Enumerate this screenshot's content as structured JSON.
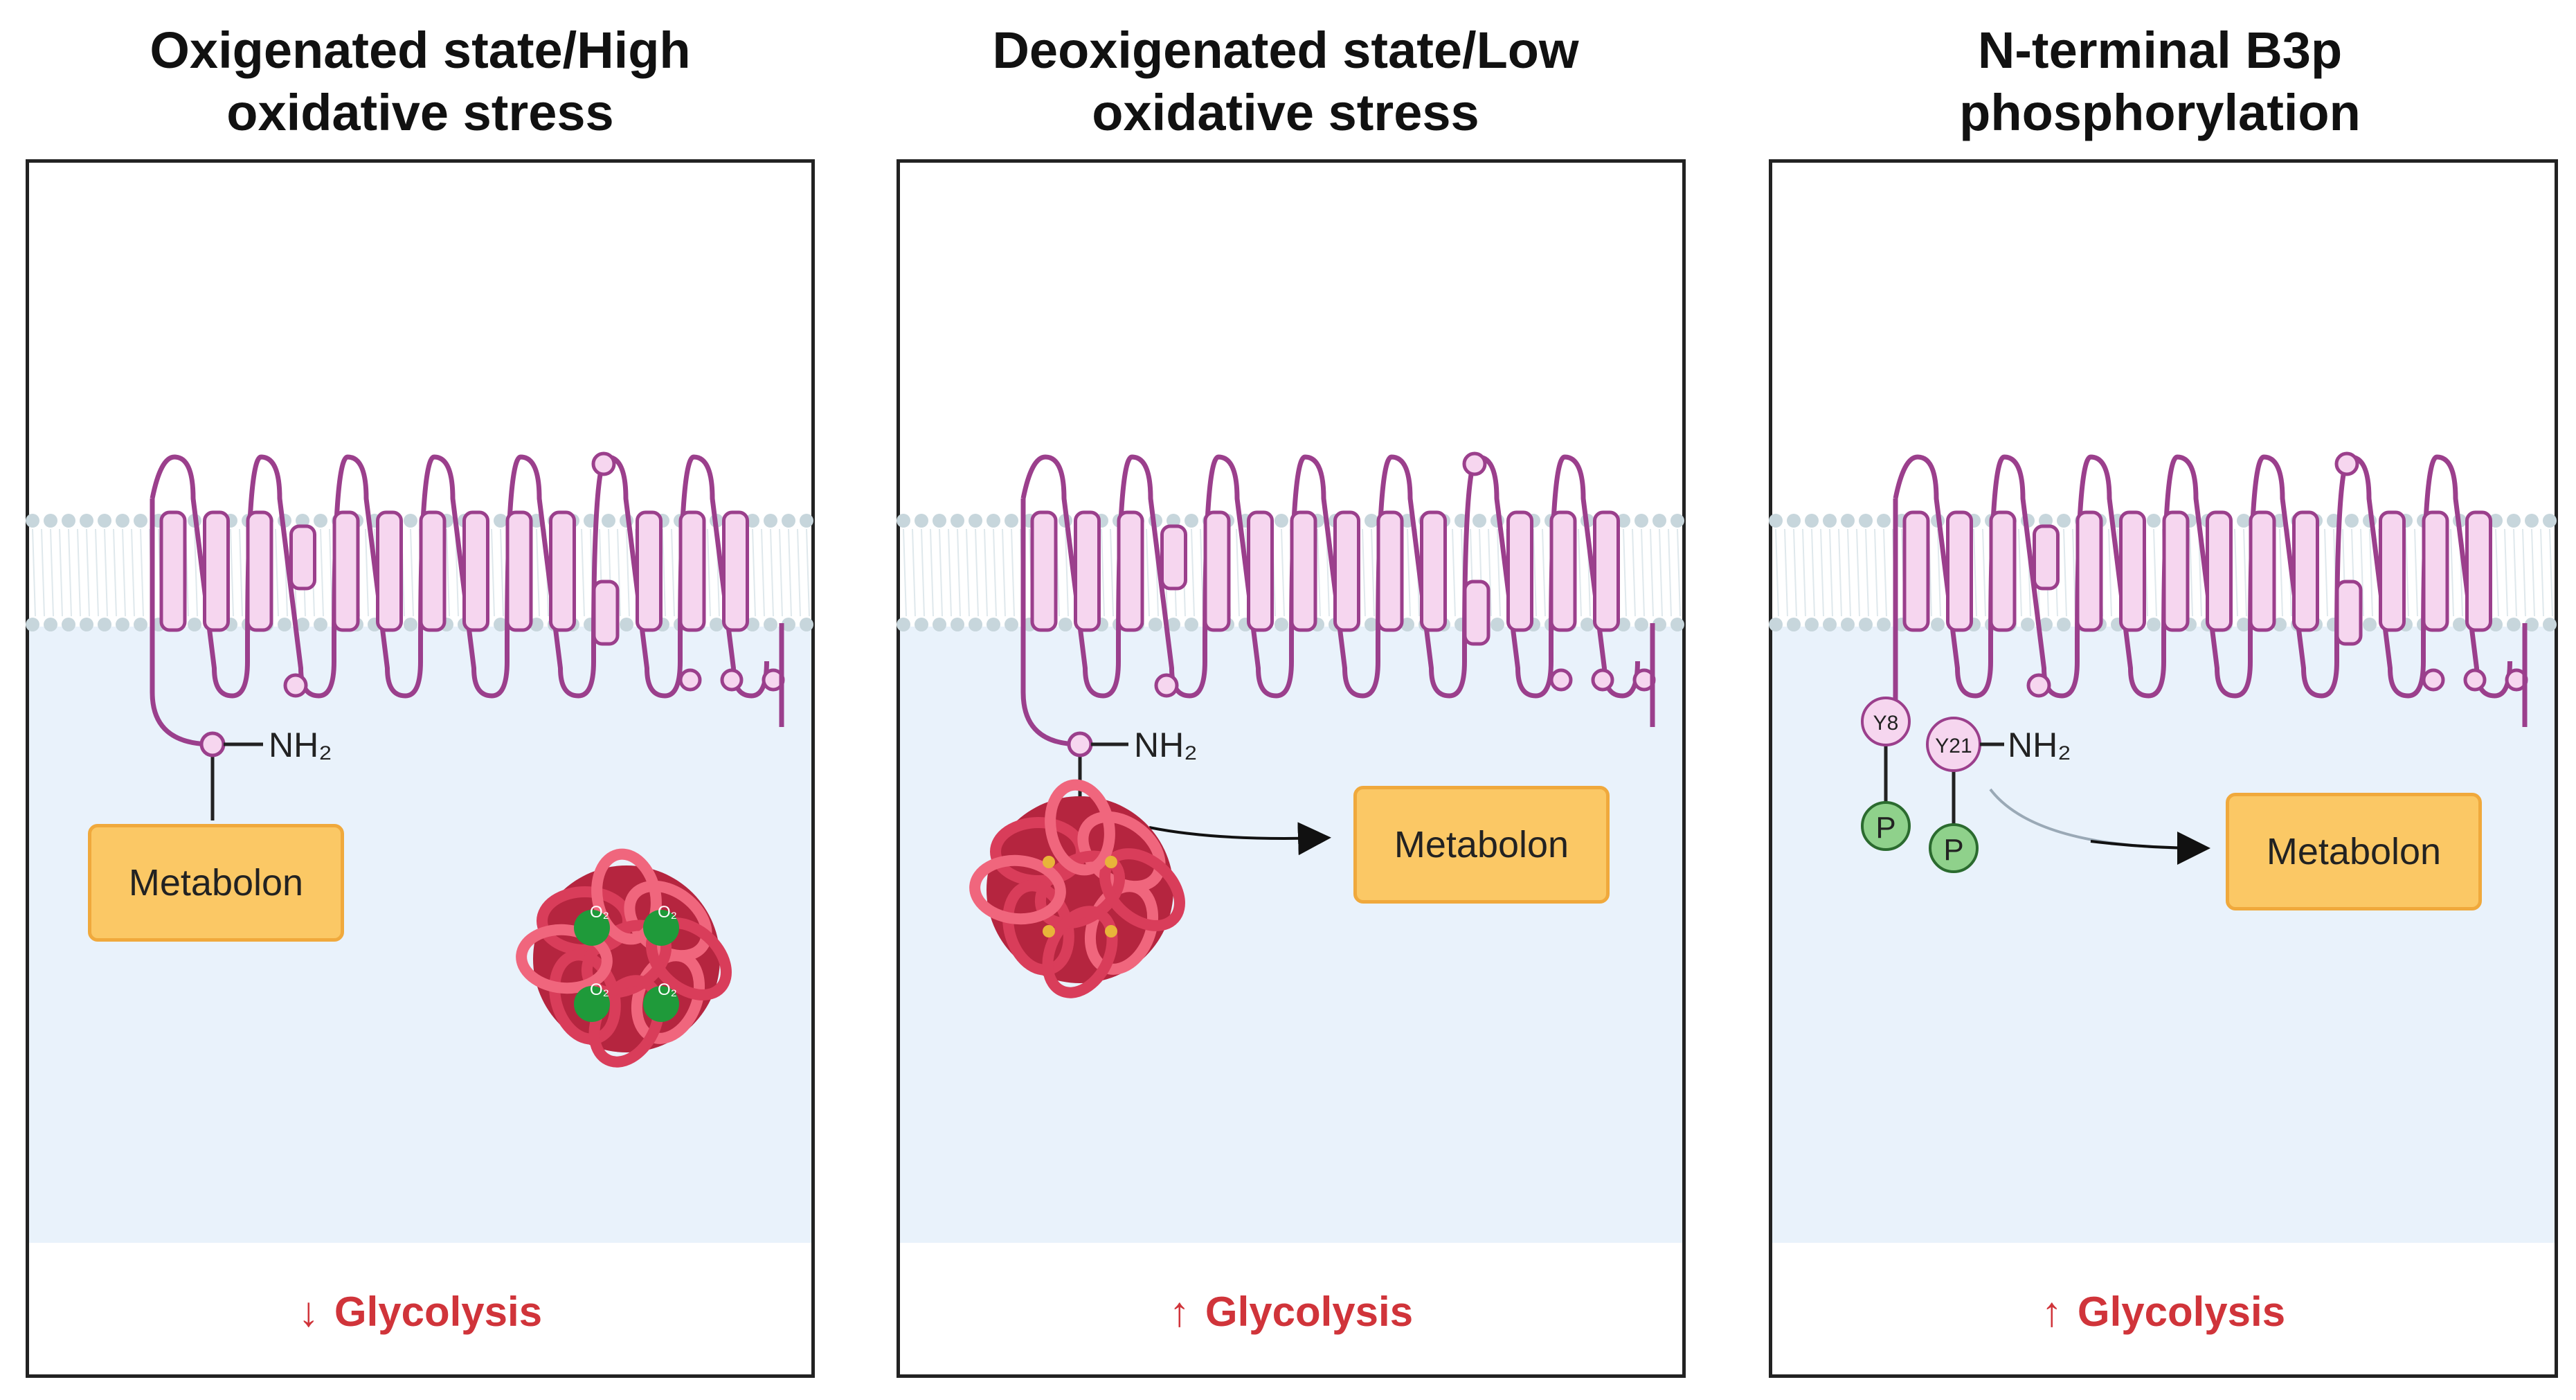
{
  "panels": [
    {
      "title": "Oxigenated state/High\noxidative stress",
      "glycolysis": {
        "arrow": "↓",
        "label": "Glycolysis"
      },
      "metabolon": "Metabolon",
      "nh2": "NH₂",
      "o2_labels": [
        "O₂",
        "O₂",
        "O₂",
        "O₂"
      ]
    },
    {
      "title": "Deoxigenated state/Low\noxidative stress",
      "glycolysis": {
        "arrow": "↑",
        "label": "Glycolysis"
      },
      "metabolon": "Metabolon",
      "nh2": "NH₂"
    },
    {
      "title": "N-terminal B3p\nphosphorylation",
      "glycolysis": {
        "arrow": "↑",
        "label": "Glycolysis"
      },
      "metabolon": "Metabolon",
      "nh2": "NH₂",
      "residues": [
        "Y8",
        "Y21"
      ],
      "phospho": [
        "P",
        "P"
      ]
    }
  ],
  "colors": {
    "membrane_stroke": "#9b3f8c",
    "helix_fill": "#f6d6ef",
    "lipid_head": "#c7d6dc",
    "cytoplasm": "#e9f2fb",
    "glycolysis_text": "#d0343a",
    "metabolon_fill": "#fbc865",
    "metabolon_border": "#f0a93c",
    "hemoglobin_dark": "#b5253f",
    "hemoglobin_light": "#f0667d",
    "oxygen": "#1f9a3a",
    "phosphate": "#8fd18b"
  }
}
